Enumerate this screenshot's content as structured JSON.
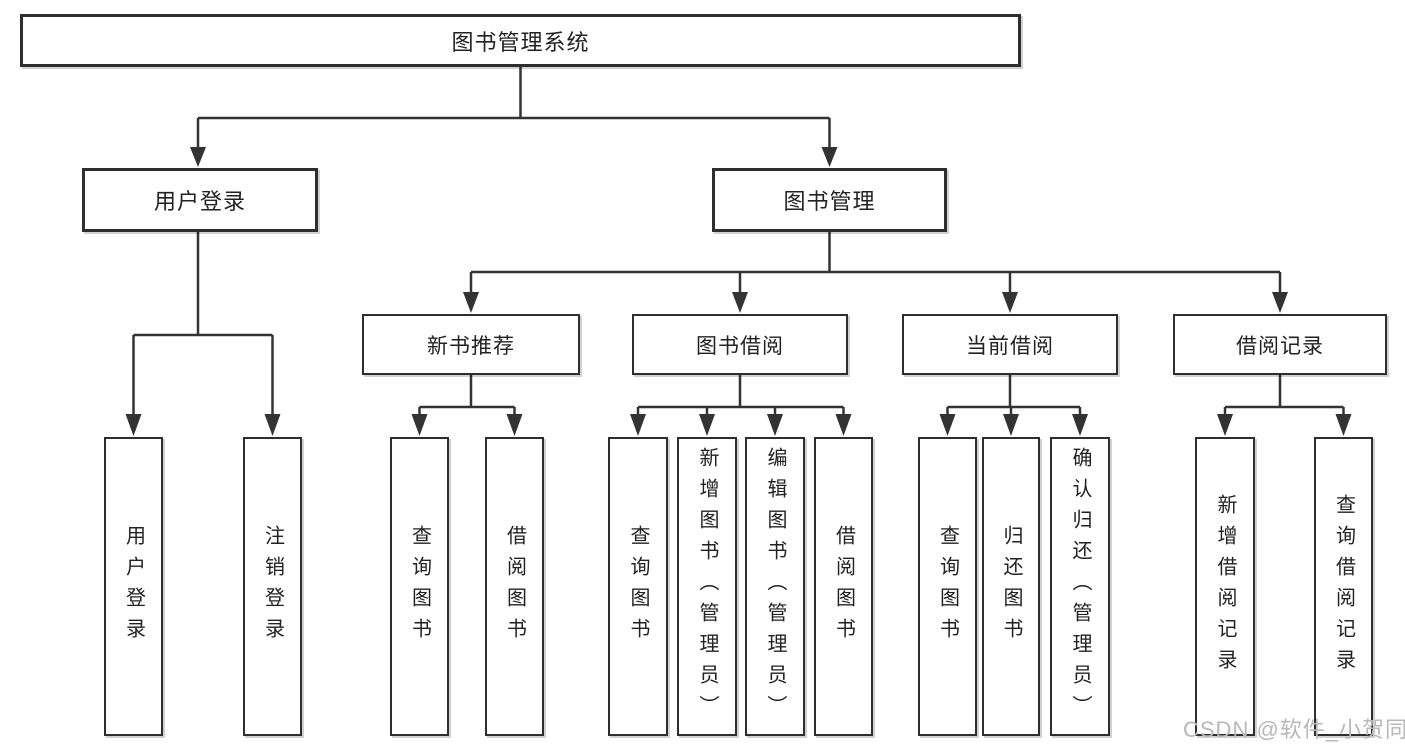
{
  "tree": {
    "root": {
      "label": "图书管理系统",
      "children": [
        {
          "label": "用户登录",
          "children": [
            {
              "label": "用户登录"
            },
            {
              "label": "注销登录"
            }
          ]
        },
        {
          "label": "图书管理",
          "children": [
            {
              "label": "新书推荐",
              "children": [
                {
                  "label": "查询图书"
                },
                {
                  "label": "借阅图书"
                }
              ]
            },
            {
              "label": "图书借阅",
              "children": [
                {
                  "label": "查询图书"
                },
                {
                  "label": "新增图书（管理员）"
                },
                {
                  "label": "编辑图书（管理员）"
                },
                {
                  "label": "借阅图书"
                }
              ]
            },
            {
              "label": "当前借阅",
              "children": [
                {
                  "label": "查询图书"
                },
                {
                  "label": "归还图书"
                },
                {
                  "label": "确认归还（管理员）"
                }
              ]
            },
            {
              "label": "借阅记录",
              "children": [
                {
                  "label": "新增借阅记录"
                },
                {
                  "label": "查询借阅记录"
                }
              ]
            }
          ]
        }
      ]
    }
  },
  "watermark": {
    "text": "CSDN @软件_小贺同学"
  },
  "colors": {
    "line": "#333333",
    "box_border": "#2e2e2e",
    "text": "#222222",
    "watermark": "#b8b8b8",
    "background": "#ffffff"
  }
}
